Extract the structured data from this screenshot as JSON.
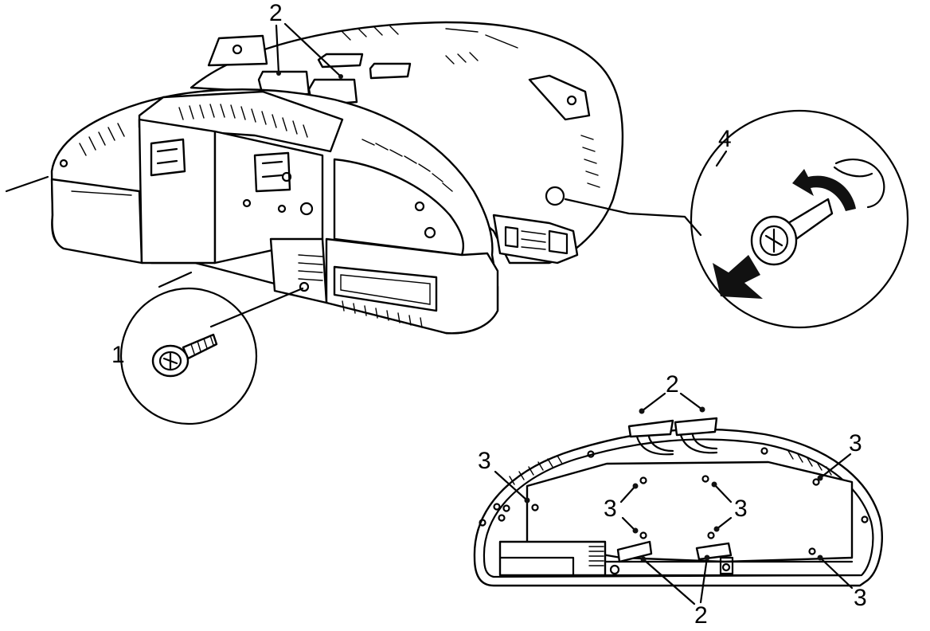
{
  "callouts": {
    "main_top": "2",
    "screw_zoom": "1",
    "clip_zoom": "4",
    "inset_top": "2",
    "inset_left_top": "3",
    "inset_right_top": "3",
    "inset_center_left": "3",
    "inset_center_right": "3",
    "inset_right_bottom": "3",
    "inset_bottom": "2"
  }
}
